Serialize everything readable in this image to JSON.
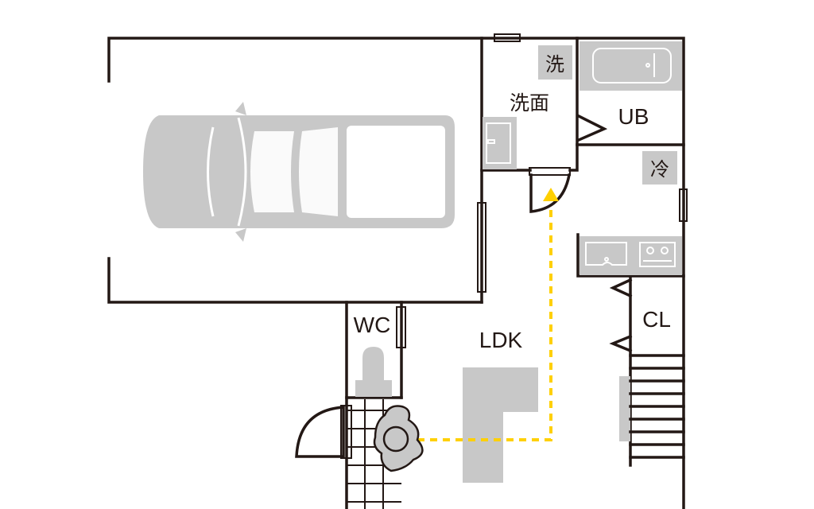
{
  "rooms": {
    "wash_mark": "洗",
    "washroom": "洗面",
    "bath": "UB",
    "fridge_mark": "冷",
    "closet": "CL",
    "toilet": "WC",
    "living": "LDK"
  },
  "colors": {
    "wall": "#231815",
    "fixture": "#c8c8c8",
    "path": "#ffd000"
  }
}
